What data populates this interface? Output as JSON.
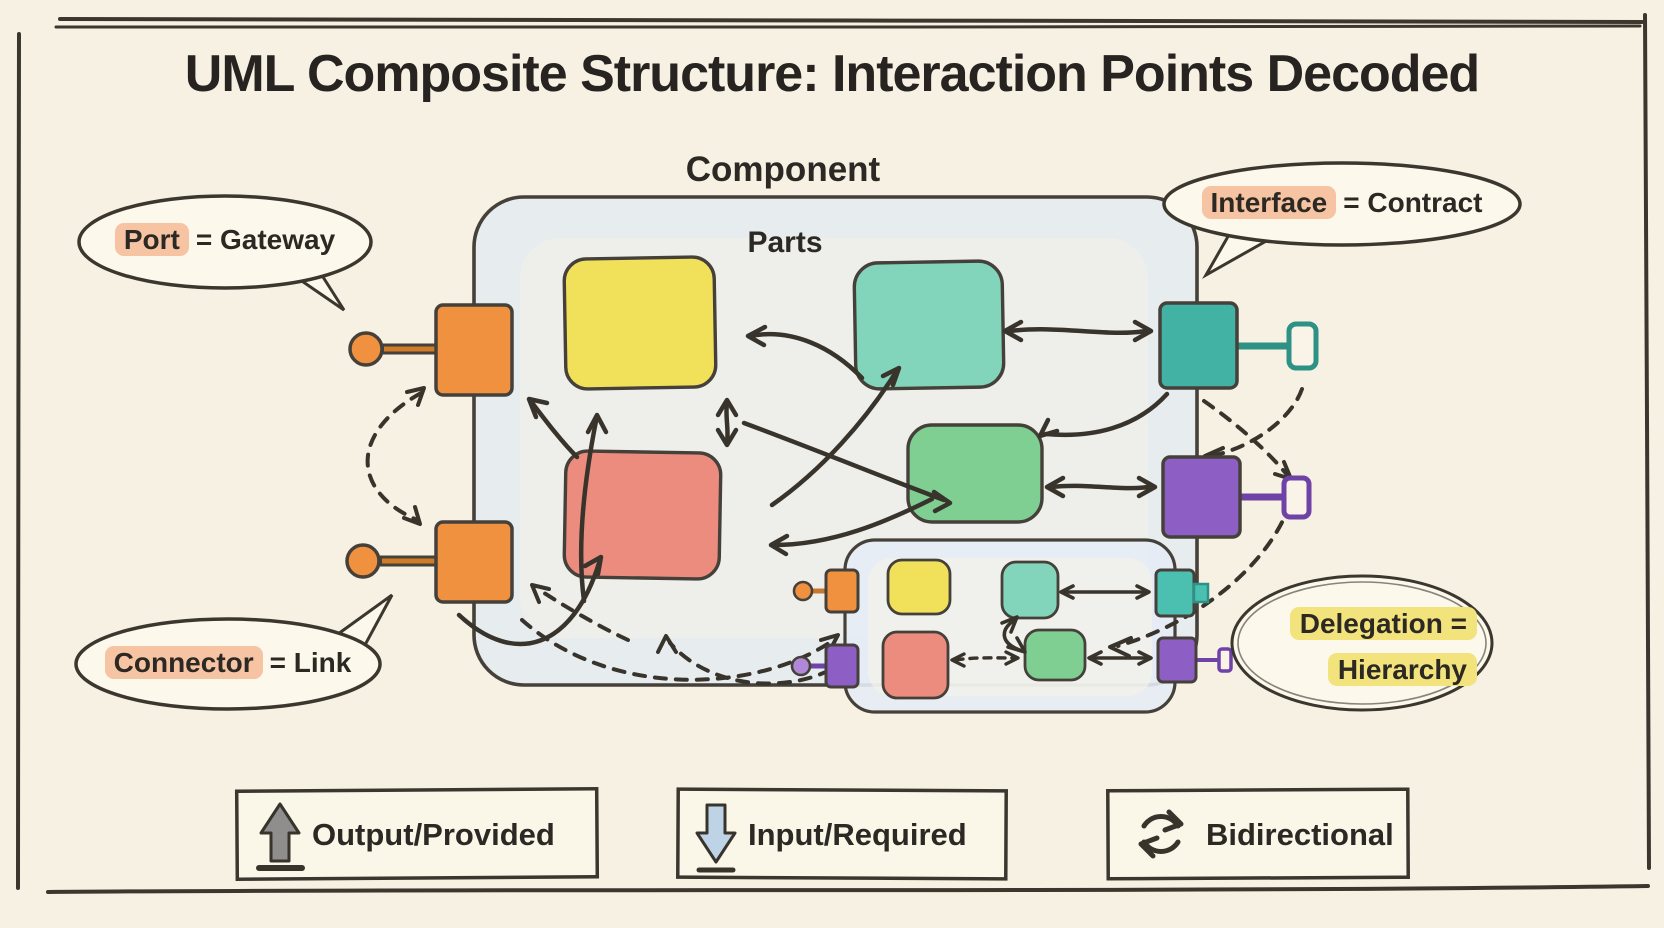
{
  "title": "UML Composite Structure: Interaction Points Decoded",
  "component": {
    "label": "Component",
    "parts_label": "Parts"
  },
  "bubbles": [
    {
      "id": "port",
      "term": "Port",
      "rest": "= Gateway",
      "highlight": "#f6c4a2",
      "tail": "down-right"
    },
    {
      "id": "interface",
      "term": "Interface",
      "rest": "= Contract",
      "highlight": "#f6c4a2",
      "tail": "down-left"
    },
    {
      "id": "connector",
      "term": "Connector",
      "rest": "= Link",
      "highlight": "#f6c4a2",
      "tail": "up-right"
    },
    {
      "id": "delegation",
      "line1": "Delegation =",
      "line2": "Hierarchy",
      "highlight": "#f2e37d",
      "tail": "none"
    }
  ],
  "legend": [
    {
      "icon": "up-arrow-icon",
      "label": "Output/Provided"
    },
    {
      "icon": "down-arrow-icon",
      "label": "Input/Required"
    },
    {
      "icon": "cycle-icon",
      "label": "Bidirectional"
    }
  ],
  "colors": {
    "background": "#f6f1e2",
    "ink": "#38342c",
    "component_fill": "#e2e9f3",
    "yellow_part": "#f1e05a",
    "red_part": "#ec8c7f",
    "teal_part": "#82d4ba",
    "green_part": "#7fcf92",
    "orange_port": "#f0913f",
    "teal_port": "#41b2a4",
    "purple_port": "#8d5ec4",
    "legend_up_arrow": "#8f8e8c",
    "legend_down_arrow": "#bed3e6"
  },
  "diagram": {
    "parts": [
      {
        "name": "yellow-part",
        "color": "#f1e05a",
        "area": "component"
      },
      {
        "name": "red-part",
        "color": "#ec8c7f",
        "area": "component"
      },
      {
        "name": "teal-part",
        "color": "#82d4ba",
        "area": "component"
      },
      {
        "name": "green-part",
        "color": "#7fcf92",
        "area": "component"
      },
      {
        "name": "sub-yellow-part",
        "color": "#f1e05a",
        "area": "sub-component"
      },
      {
        "name": "sub-red-part",
        "color": "#ec8c7f",
        "area": "sub-component"
      },
      {
        "name": "sub-teal-part",
        "color": "#82d4ba",
        "area": "sub-component"
      },
      {
        "name": "sub-green-part",
        "color": "#7fcf92",
        "area": "sub-component"
      }
    ],
    "ports": [
      {
        "name": "orange-port-top",
        "color": "#f0913f",
        "terminal": "ball-left"
      },
      {
        "name": "orange-port-bottom",
        "color": "#f0913f",
        "terminal": "ball-left"
      },
      {
        "name": "teal-port",
        "color": "#41b2a4",
        "terminal": "socket-right"
      },
      {
        "name": "purple-port",
        "color": "#8d5ec4",
        "terminal": "socket-right"
      },
      {
        "name": "sub-orange-port",
        "color": "#f0913f",
        "terminal": "ball-left"
      },
      {
        "name": "sub-purple-port-left",
        "color": "#8d5ec4",
        "terminal": "ball-left"
      },
      {
        "name": "sub-teal-port",
        "color": "#4cc0b0",
        "terminal": "tab-right"
      },
      {
        "name": "sub-purple-port-right",
        "color": "#8d5ec4",
        "terminal": "socket-right"
      }
    ],
    "connectors": [
      {
        "from": "teal-part",
        "to": "yellow-part",
        "style": "solid-arrow"
      },
      {
        "from": "red-part",
        "to": "teal-part",
        "style": "solid-arrow"
      },
      {
        "from": "green-part",
        "to": "red-part",
        "style": "solid-arrow"
      },
      {
        "from": "red-part",
        "to": "green-part",
        "style": "solid-arrow"
      },
      {
        "from": "yellow-part",
        "to": "red-part",
        "style": "solid-double-arrow"
      },
      {
        "from": "teal-part",
        "to": "teal-port",
        "style": "solid-double-arrow"
      },
      {
        "from": "green-part",
        "to": "purple-port",
        "style": "solid-double-arrow"
      },
      {
        "from": "teal-port",
        "to": "green-part",
        "style": "solid-arrow"
      },
      {
        "from": "red-part",
        "to": "orange-port-top",
        "style": "solid-arrow"
      },
      {
        "from": "sub-component",
        "to": "yellow-part",
        "style": "solid-arrow"
      },
      {
        "from": "orange-port-bottom",
        "to": "red-part",
        "style": "solid-arrow"
      },
      {
        "from": "orange-port-top",
        "to": "orange-port-bottom",
        "style": "dashed-double-arrow"
      },
      {
        "from": "red-part",
        "to": "orange-port-bottom",
        "style": "dashed-arrow"
      },
      {
        "from": "orange-port-bottom",
        "to": "sub-orange-port",
        "style": "dashed-arrow"
      },
      {
        "from": "sub-component",
        "to": "red-part",
        "style": "dashed-arrow"
      },
      {
        "from": "teal-socket",
        "to": "component-edge",
        "style": "dashed-arrow"
      },
      {
        "from": "teal-port",
        "to": "purple-socket",
        "style": "dashed-arrow"
      },
      {
        "from": "purple-socket",
        "to": "sub-component",
        "style": "dashed-arrow"
      },
      {
        "from": "sub-red-part",
        "to": "sub-green-part",
        "style": "dashed-double-arrow"
      },
      {
        "from": "sub-teal-part",
        "to": "sub-teal-port",
        "style": "solid-double-arrow"
      },
      {
        "from": "sub-green-part",
        "to": "sub-purple-port-right",
        "style": "solid-double-arrow"
      },
      {
        "from": "sub-teal-part",
        "to": "sub-green-part",
        "style": "solid-double-arrow"
      }
    ]
  }
}
